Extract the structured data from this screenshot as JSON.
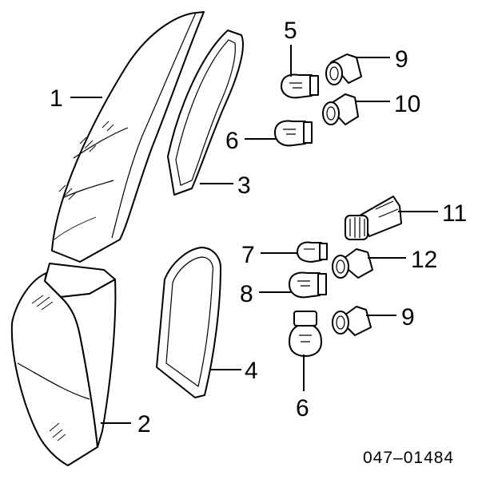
{
  "callouts": {
    "c1": "1",
    "c2": "2",
    "c3": "3",
    "c4": "4",
    "c5": "5",
    "c6a": "6",
    "c6b": "6",
    "c7": "7",
    "c8": "8",
    "c9a": "9",
    "c9b": "9",
    "c10": "10",
    "c11": "11",
    "c12": "12"
  },
  "diagram_code": "047–01484"
}
